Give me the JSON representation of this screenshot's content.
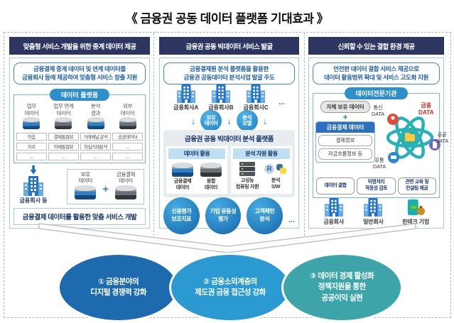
{
  "title": "《 금융권 공동 데이터 플랫폼 기대효과 》",
  "col1": {
    "header": "맞춤형 서비스 개발을 위한 중계 데이터 제공",
    "summary": "금융결제 중계 데이터 및 연계 데이터를\n금융회사 등에 제공하여 맞춤형 서비스 창출 지원",
    "platform": {
      "title": "데이터 플랫폼",
      "groups": [
        {
          "label": "업무\n데이터",
          "items": [
            "어음",
            "지로",
            "..."
          ]
        },
        {
          "label": "업무 연계\n데이터",
          "items": [
            "결제통합뷰",
            "이체통합뷰",
            "..."
          ]
        },
        {
          "label": "분석\n결과",
          "items": [
            "거래채널 분석",
            "의심거래분석",
            "..."
          ]
        },
        {
          "label": "외부\n데이터",
          "items": [
            "공공데이터",
            "...",
            "..."
          ]
        }
      ]
    },
    "company": "금융회사 등",
    "merge": {
      "left": "보유\n데이터",
      "plus": "+",
      "right": "금융결제\n데이터"
    },
    "caption": "금융결제 데이터를 활용한 맞춤 서비스 개발"
  },
  "col2": {
    "header": "금융권 공동 빅데이터 서비스 발굴",
    "summary": "금융결제원 분석 플랫폼을 활용한\n금융권 공동데이터 분석사업 발굴 주도",
    "companies": [
      "금융회사A",
      "금융회사B",
      "금융회사C"
    ],
    "more": "...",
    "badges": [
      "보유\n데이터",
      "분석\n모델"
    ],
    "platform_title": "금융권 공동 빅데이터 분석 플랫폼",
    "data_panel": {
      "header": "데이터 활용",
      "items": [
        "금융결제\n데이터",
        "융합\n데이터"
      ]
    },
    "resource_panel": {
      "header": "분석 자원 활용",
      "items": [
        "고성능\n컴퓨팅 자원",
        "분석\nS/W"
      ],
      "r_logo": "R"
    },
    "use_cases": [
      "신용평가\n보조지표",
      "기업 유동성\n평가",
      "고객패턴\n분석"
    ],
    "use_more": "..."
  },
  "col3": {
    "header": "신뢰할 수 있는 결합 환경 제공",
    "summary": "안전한 데이터 결합 서비스 제공으로\n데이터 활용범위 확대 및 서비스 고도화 지원",
    "org": "데이터전문기관",
    "own_data": "자체 보유 데이터",
    "plus": "+",
    "fin_data": {
      "title": "금융결제 데이터",
      "items": [
        "결제정보",
        "자금흐름정보 등"
      ]
    },
    "atom": {
      "tl": "통신\nDATA",
      "tr": "금융\nDATA",
      "r": "공공\nDATA",
      "bl": "유통\nDATA"
    },
    "services": [
      "데이터 결합",
      "익명처리\n적정성 검토",
      "관련 교육 및\n컨설팅 제공"
    ],
    "recipients": [
      "금융회사",
      "일반회사",
      "핀테크 기업"
    ]
  },
  "outcomes": [
    {
      "text": "① 금융분야의\n디지털 경쟁력 강화",
      "color": "#1d6aae"
    },
    {
      "text": "② 금융소외계층의\n제도권 금융 접근성 강화",
      "color": "#2b9ad2"
    },
    {
      "text": "③ 데이터 경제 활성화\n정책지원을 통한\n공공이익 실현",
      "color": "#3da5a9"
    }
  ],
  "colors": {
    "header_navy": "#2d3561",
    "accent_blue": "#2e8fcc",
    "finance_data_red": "#d4261c"
  }
}
